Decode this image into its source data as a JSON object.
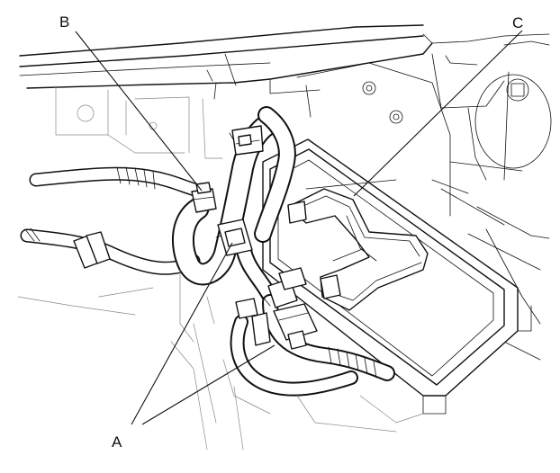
{
  "callouts": {
    "a": "A",
    "b": "B",
    "c": "C"
  },
  "line_color": "#111111",
  "background_color": "#ffffff"
}
